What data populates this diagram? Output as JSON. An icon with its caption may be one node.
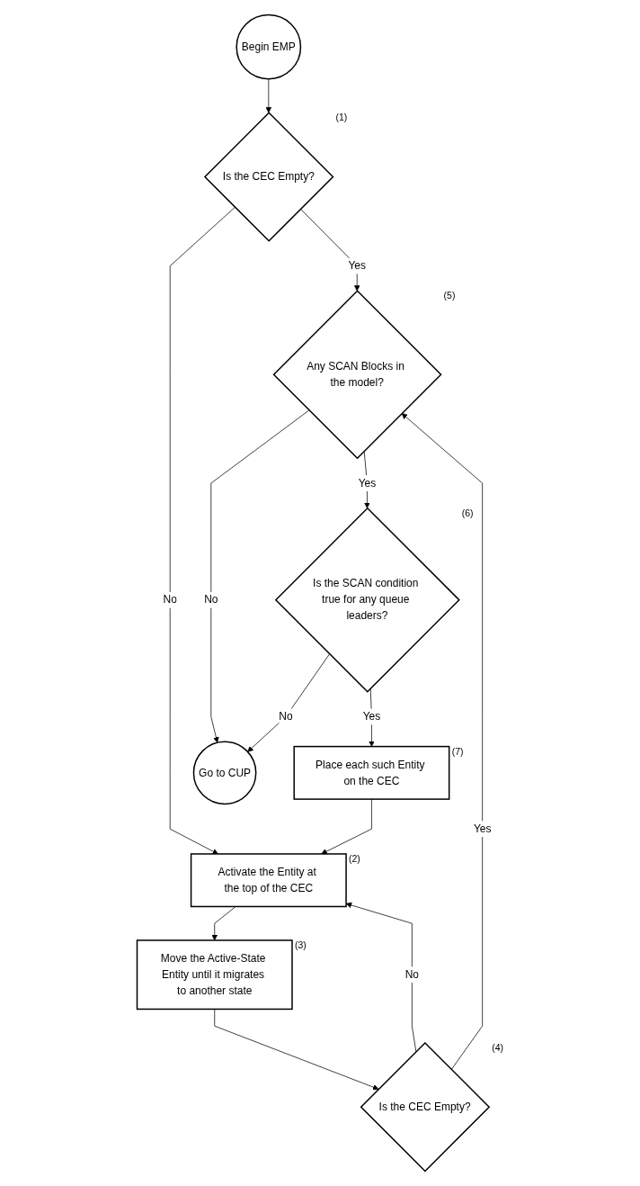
{
  "diagram": {
    "nodes": [
      {
        "text": [
          "Begin EMP"
        ]
      },
      {
        "text": [
          "Is the CEC Empty?"
        ],
        "beside": [
          "(1)"
        ]
      },
      {
        "text": [
          "Activate the Entity at the top of the CEC"
        ],
        "beside": [
          "(2)"
        ]
      },
      {
        "text": [
          "Move the Active-State Entity until it migrates to another state"
        ],
        "beside": [
          "(3)"
        ]
      },
      {
        "text": [
          "Is the CEC Empty?"
        ],
        "beside": [
          "(4)"
        ]
      },
      {
        "text": [
          "Any SCAN Blocks in the model?"
        ],
        "beside": [
          "(5)"
        ]
      },
      {
        "text": [
          "Is the SCAN condition true for any queue leaders?"
        ],
        "beside": [
          "(6)"
        ]
      },
      {
        "text": [
          "Place each such Entity on the CEC"
        ],
        "beside": [
          "(7)"
        ]
      },
      {
        "text": [
          "Go to CUP"
        ]
      }
    ],
    "edges": [
      {
        "from": 0,
        "to": 1,
        "arrow": "to"
      },
      {
        "from": 1,
        "to": 5,
        "label": "Yes",
        "arrow": "to"
      },
      {
        "from": 1,
        "to": 2,
        "label": "No",
        "arrow": "to"
      },
      {
        "from": 2,
        "to": 3,
        "arrow": "to"
      },
      {
        "from": 3,
        "to": 4,
        "arrow": "to"
      },
      {
        "from": 4,
        "to": 2,
        "label": "No",
        "arrow": "to"
      },
      {
        "from": 4,
        "to": 5,
        "label": "Yes",
        "arrow": "to"
      },
      {
        "from": 5,
        "to": 8,
        "label": "No",
        "arrow": "to"
      },
      {
        "from": 5,
        "to": 6,
        "label": "Yes",
        "arrow": "to"
      },
      {
        "from": 6,
        "to": 7,
        "label": "Yes",
        "arrow": "to"
      },
      {
        "from": 6,
        "to": 8,
        "label": "No",
        "arrow": "to"
      },
      {
        "from": 7,
        "to": 2,
        "arrow": "to"
      }
    ]
  }
}
